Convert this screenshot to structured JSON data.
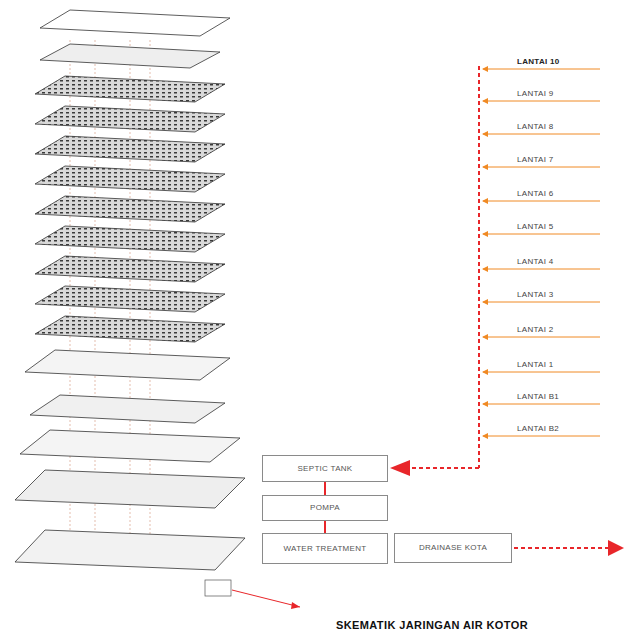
{
  "diagram": {
    "title": "SKEMATIK JARINGAN AIR KOTOR",
    "nodes": [
      {
        "text": [
          "SEPTIC TANK"
        ]
      },
      {
        "text": [
          "POMPA"
        ]
      },
      {
        "text": [
          "WATER TREATMENT"
        ]
      },
      {
        "text": [
          "DRAINASE KOTA"
        ]
      }
    ],
    "edges": [
      {
        "from": 0,
        "to": 1,
        "arrow": "none"
      },
      {
        "from": 1,
        "to": 2,
        "arrow": "none"
      }
    ],
    "labels": [
      "LANTAI 10",
      "LANTAI 9",
      "LANTAI 8",
      "LANTAI 7",
      "LANTAI 6",
      "LANTAI 5",
      "LANTAI 4",
      "LANTAI 3",
      "LANTAI 2",
      "LANTAI 1",
      "LANTAI B1",
      "LANTAI B2"
    ]
  }
}
